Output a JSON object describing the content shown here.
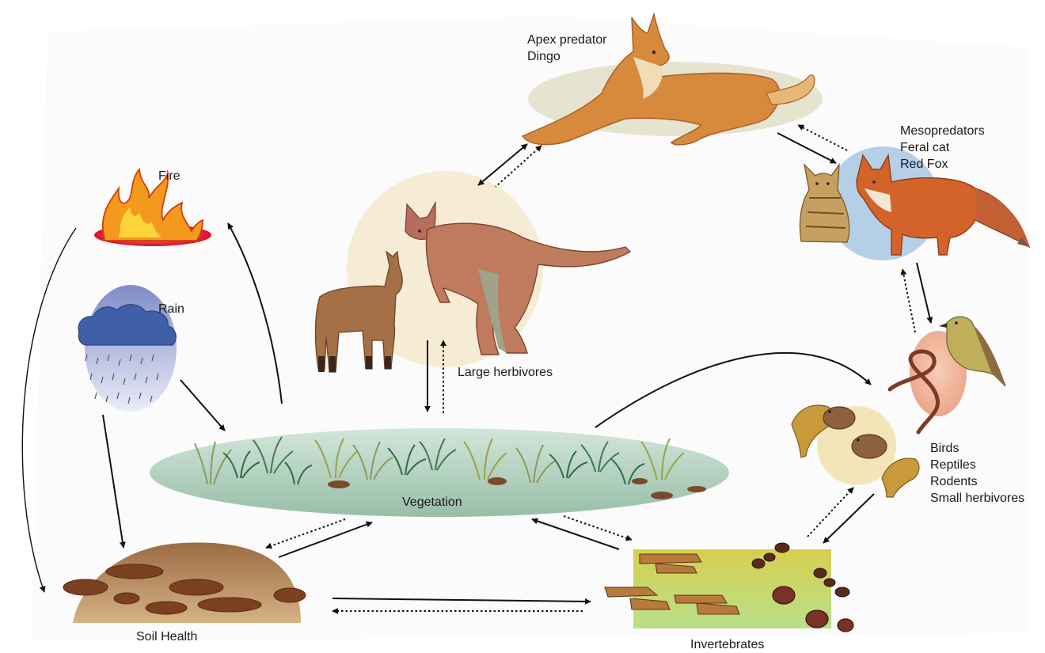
{
  "labels": {
    "apex": [
      "Apex predator",
      "Dingo"
    ],
    "meso": [
      "Mesopredators",
      "Feral cat",
      "Red Fox"
    ],
    "fire": "Fire",
    "rain": "Rain",
    "large_herbivores": "Large herbivores",
    "vegetation": "Vegetation",
    "small_fauna": [
      "Birds",
      "Reptiles",
      "Rodents",
      "Small herbivores"
    ],
    "soil": "Soil Health",
    "invertebrates": "Invertebrates"
  },
  "colors": {
    "dingo_ellipse": "#e6e3cf",
    "meso_circle": "#b4cfe6",
    "fire_ellipse": "#e0243a",
    "rain_ellipse": "#8090c8",
    "herbivore_circle": "#f6ecd5",
    "vegetation_ellipse": "#bcd8c8",
    "bird_ellipse": "#f0b9a0",
    "small_fauna_circle": "#f4e5b8",
    "soil_mound": "#b08050",
    "invertebrate_box": "#d8e47c"
  },
  "icons": [
    "dingo-icon",
    "feral-cat-icon",
    "red-fox-icon",
    "fire-icon",
    "rain-cloud-icon",
    "goat-icon",
    "kangaroo-icon",
    "grass-plants-icon",
    "snake-icon",
    "bird-icon",
    "lizard-icon",
    "rodent-icon",
    "soil-clods-icon",
    "grasshopper-icon",
    "ant-icon",
    "beetle-icon"
  ]
}
